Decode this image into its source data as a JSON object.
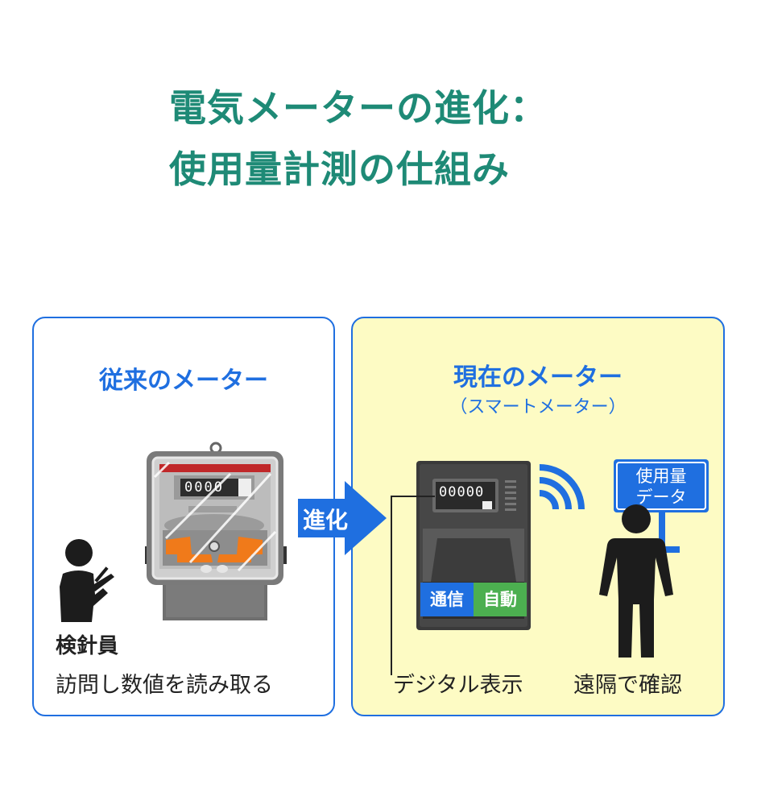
{
  "title": {
    "line1": "電気メーターの進化：",
    "line2": "使用量計測の仕組み"
  },
  "left_panel": {
    "heading": "従来のメーター",
    "meter_digits": "0000",
    "person_label": "検針員",
    "caption": "訪問し数値を読み取る"
  },
  "arrow": {
    "label": "進化"
  },
  "right_panel": {
    "heading": "現在のメーター",
    "subheading": "（スマートメーター）",
    "meter_digits": "00000",
    "badge_comm": "通信",
    "badge_auto": "自動",
    "caption_display": "デジタル表示",
    "caption_remote": "遠隔で確認",
    "sign_line1": "使用量",
    "sign_line2": "データ"
  },
  "colors": {
    "title": "#1e8a76",
    "accent_blue": "#1f6fe0",
    "right_bg": "#fdfbc4",
    "orange": "#f07a1a",
    "green": "#4caf50"
  }
}
